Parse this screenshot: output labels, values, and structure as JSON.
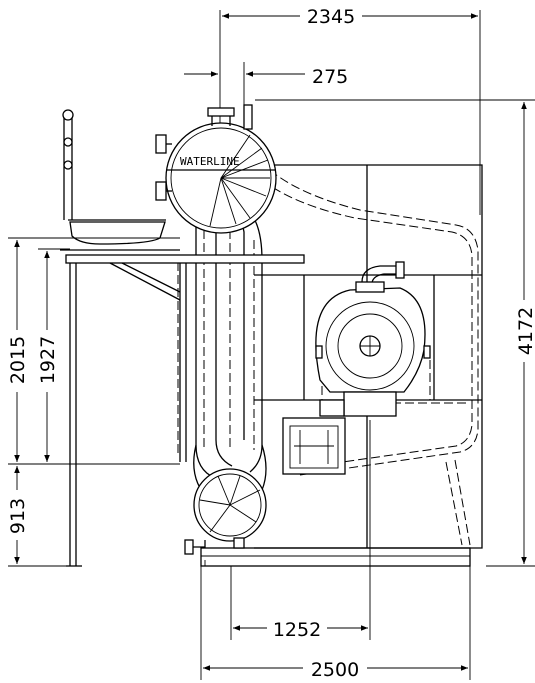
{
  "labels": {
    "waterline": "WATERLINE"
  },
  "dimensions": {
    "overall_top_width": "2345",
    "nozzle_offset": "275",
    "overall_height": "4172",
    "support_height": "2015",
    "platform_height": "1927",
    "lower_drum_height": "913",
    "burner_offset": "1252",
    "base_width": "2500"
  }
}
